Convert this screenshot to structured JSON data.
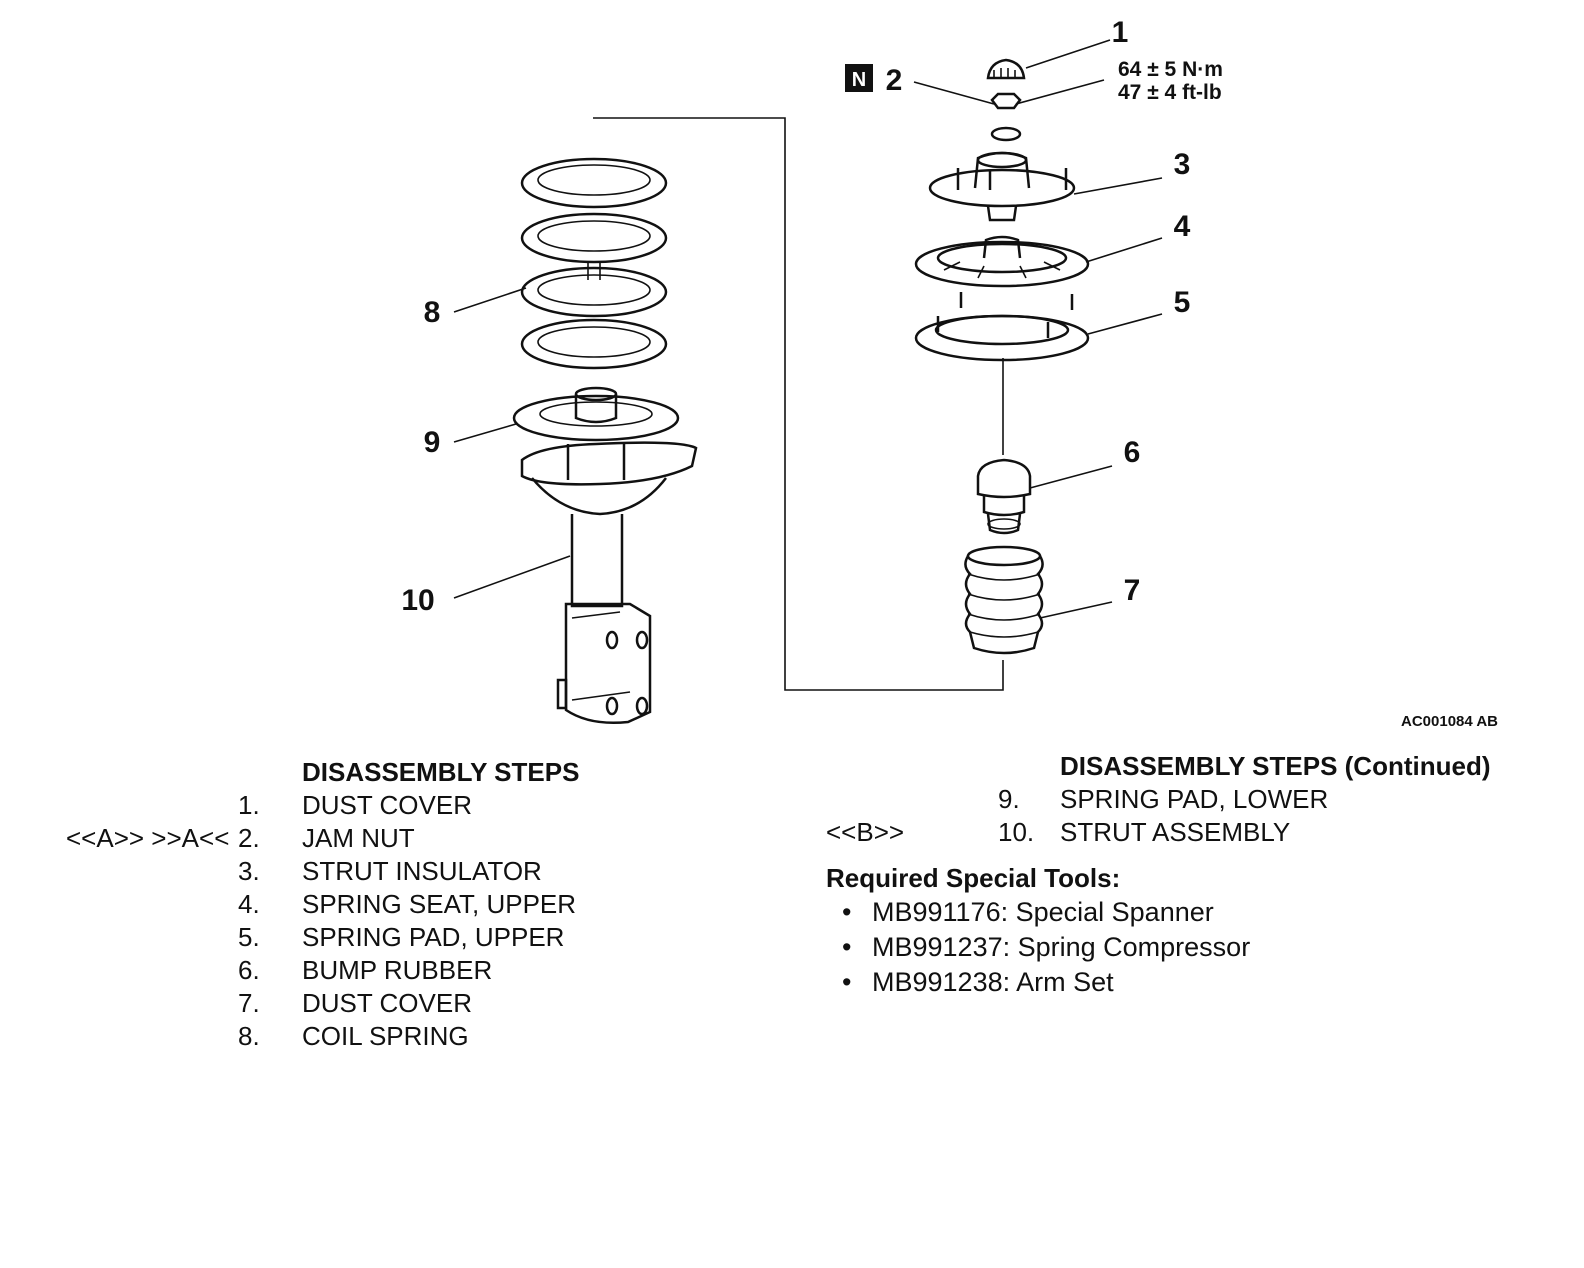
{
  "figure": {
    "figure_id": "AC001084 AB",
    "n_badge": "N",
    "torque_nm": "64 ± 5 N·m",
    "torque_ftlb": "47 ± 4 ft-lb",
    "callouts": [
      "1",
      "2",
      "3",
      "4",
      "5",
      "6",
      "7",
      "8",
      "9",
      "10"
    ]
  },
  "steps_left": {
    "heading": "DISASSEMBLY STEPS",
    "items": [
      {
        "mark": "",
        "num": "1.",
        "name": "DUST COVER"
      },
      {
        "mark": "<<A>> >>A<<",
        "num": "2.",
        "name": "JAM NUT"
      },
      {
        "mark": "",
        "num": "3.",
        "name": "STRUT INSULATOR"
      },
      {
        "mark": "",
        "num": "4.",
        "name": "SPRING SEAT, UPPER"
      },
      {
        "mark": "",
        "num": "5.",
        "name": "SPRING PAD, UPPER"
      },
      {
        "mark": "",
        "num": "6.",
        "name": "BUMP RUBBER"
      },
      {
        "mark": "",
        "num": "7.",
        "name": "DUST COVER"
      },
      {
        "mark": "",
        "num": "8.",
        "name": "COIL SPRING"
      }
    ]
  },
  "steps_right": {
    "heading": "DISASSEMBLY STEPS (Continued)",
    "items": [
      {
        "mark": "",
        "num": "9.",
        "name": "SPRING PAD, LOWER"
      },
      {
        "mark": "<<B>>",
        "num": "10.",
        "name": "STRUT ASSEMBLY"
      }
    ]
  },
  "tools": {
    "heading": "Required Special Tools:",
    "items": [
      "MB991176: Special Spanner",
      "MB991237: Spring Compressor",
      "MB991238: Arm Set"
    ]
  }
}
